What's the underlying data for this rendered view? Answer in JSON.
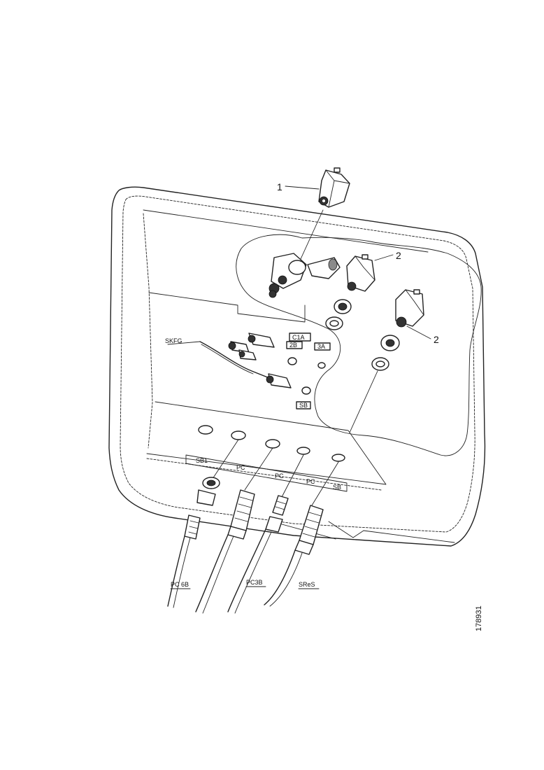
{
  "callouts": {
    "item_1": "1",
    "item_2_top": "2",
    "item_2_right": "2"
  },
  "tags": {
    "skfg": "SKFG",
    "plate_1a": "C1A",
    "plate_2b": "2B",
    "plate_3a": "3A",
    "plate_sb": "SB",
    "panel_1": "SB1",
    "panel_2": "PC",
    "panel_3": "PC",
    "panel_4": "PC",
    "panel_5": "SB"
  },
  "cable_labels": {
    "left": "PC 6B",
    "middle": "PC3B",
    "right": "SReS"
  },
  "figure_number": "178931"
}
